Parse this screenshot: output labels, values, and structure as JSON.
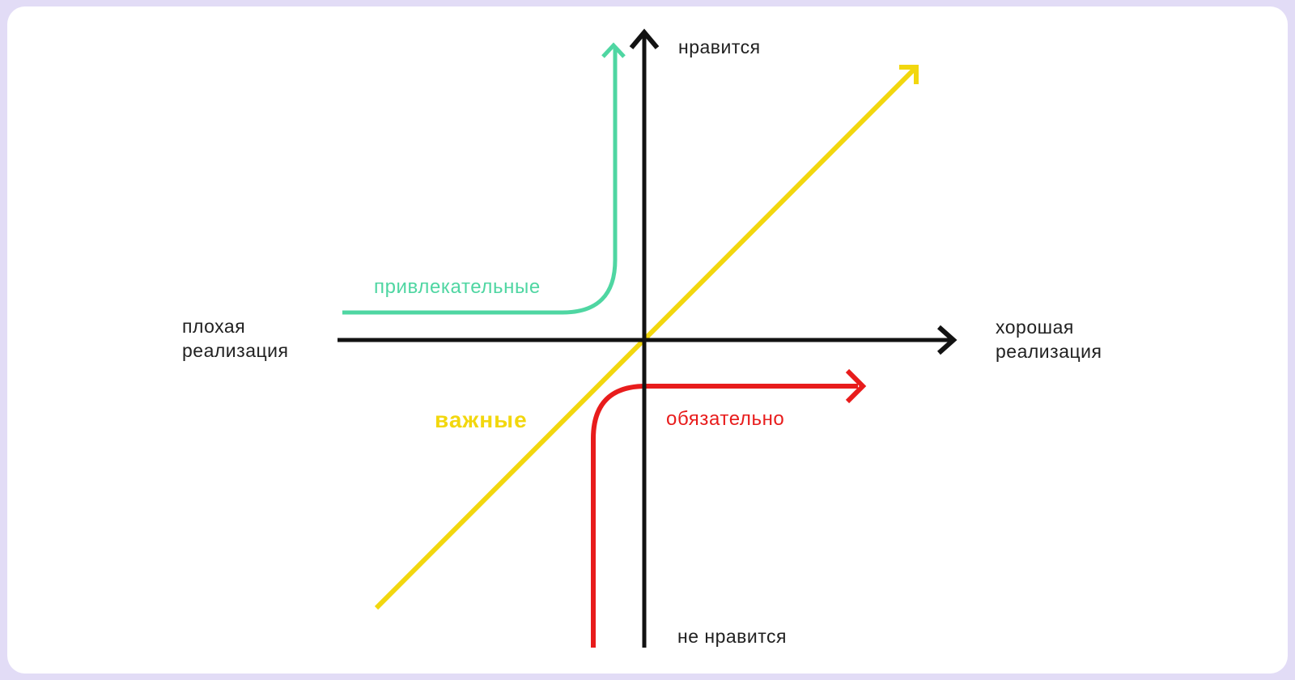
{
  "colors": {
    "background": "#e2dcf6",
    "card": "#ffffff",
    "axis": "#121212",
    "text": "#212121",
    "attractive": "#4fd6a2",
    "important": "#f2d70e",
    "mandatory": "#e81c1c"
  },
  "labels": {
    "y_positive": "нравится",
    "y_negative": "не нравится",
    "x_negative": [
      "плохая",
      "реализация"
    ],
    "x_positive": [
      "хорошая",
      "реализация"
    ],
    "attractive": "привлекательные",
    "important": "важные",
    "mandatory": "обязательно"
  },
  "diagram": {
    "type": "kano-model",
    "axes": {
      "x": "quality of implementation (плохая реализация → хорошая реализация)",
      "y": "user satisfaction (не нравится → нравится)"
    },
    "curves": [
      {
        "name": "attractive",
        "label": "привлекательные",
        "shape": "flat-left rising steeply upward in upper-left/upper area",
        "color": "#4fd6a2"
      },
      {
        "name": "important",
        "label": "важные",
        "shape": "45-degree straight line through origin",
        "color": "#f2d70e"
      },
      {
        "name": "mandatory",
        "label": "обязательно",
        "shape": "rising from bottom, flattening to the right below x-axis",
        "color": "#e81c1c"
      }
    ]
  }
}
